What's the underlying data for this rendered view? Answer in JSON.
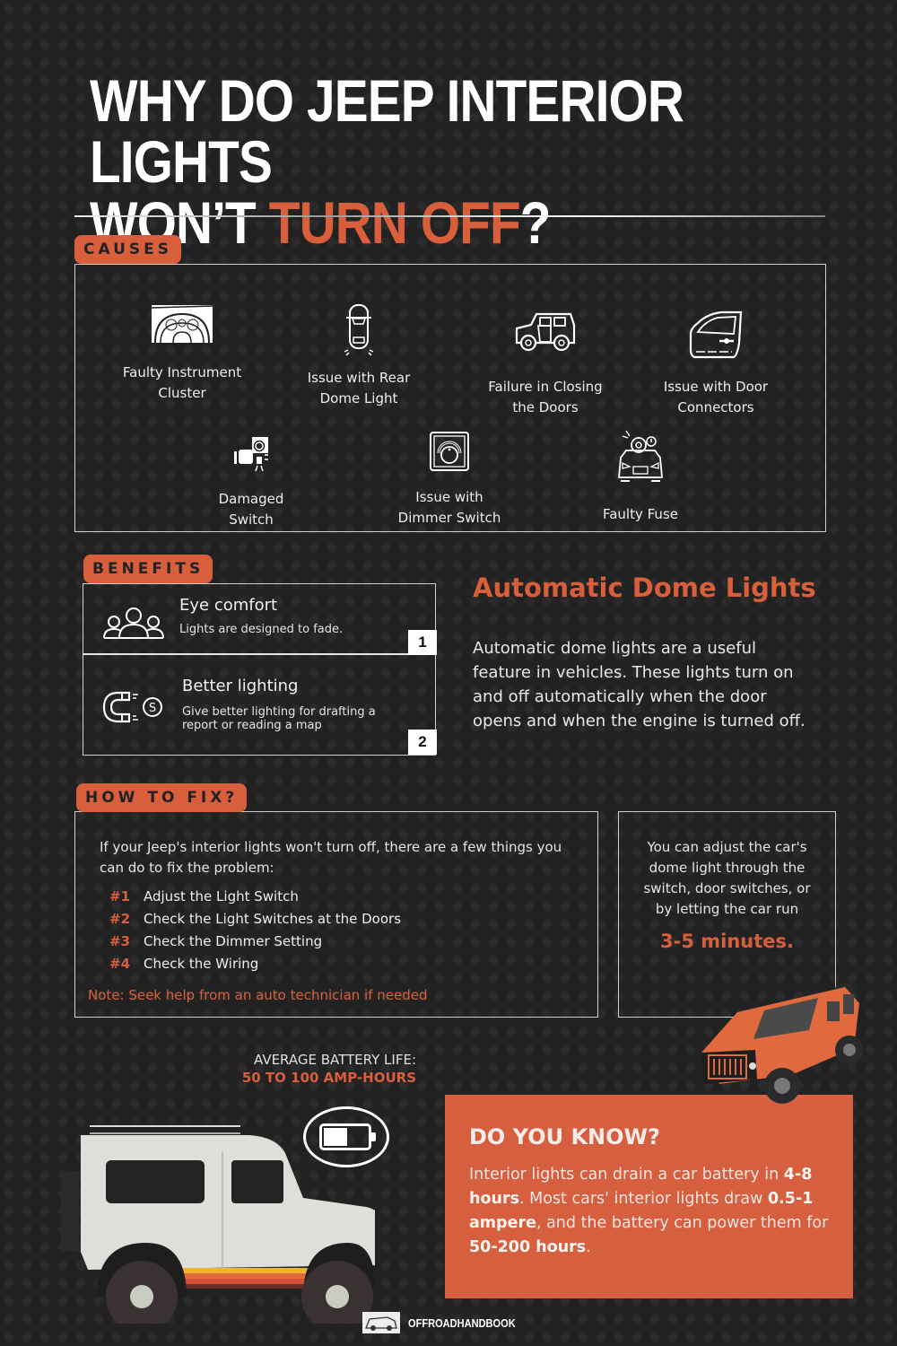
{
  "header": {
    "title_line1": "WHY DO JEEP INTERIOR LIGHTS",
    "title_line2_prefix": "WON’T ",
    "title_line2_accent": "TURN OFF",
    "title_line2_suffix": "?"
  },
  "colors": {
    "accent": "#d95f3c",
    "background": "#222222",
    "text": "#eeeeee"
  },
  "causes": {
    "label": "CAUSES",
    "items": [
      {
        "label_line1": "Faulty Instrument",
        "label_line2": "Cluster",
        "icon": "instrument-cluster-icon"
      },
      {
        "label_line1": "Issue with Rear",
        "label_line2": "Dome Light",
        "icon": "car-top-view-icon"
      },
      {
        "label_line1": "Failure in Closing",
        "label_line2": "the Doors",
        "icon": "jeep-door-open-icon"
      },
      {
        "label_line1": "Issue with Door",
        "label_line2": "Connectors",
        "icon": "car-door-icon"
      },
      {
        "label_line1": "Damaged",
        "label_line2": "Switch",
        "icon": "hand-switch-icon"
      },
      {
        "label_line1": "Issue with",
        "label_line2": "Dimmer Switch",
        "icon": "dimmer-knob-icon"
      },
      {
        "label_line1": "Faulty Fuse",
        "label_line2": "",
        "icon": "car-gear-warning-icon"
      }
    ]
  },
  "benefits": {
    "label": "BENEFITS",
    "items": [
      {
        "title": "Eye comfort",
        "desc": "Lights are designed to fade.",
        "number": "1",
        "icon": "people-group-icon"
      },
      {
        "title": "Better lighting",
        "desc_line1": "Give better lighting for drafting a",
        "desc_line2": "report or reading a map",
        "number": "2",
        "icon": "magnet-coin-icon"
      }
    ]
  },
  "automatic": {
    "heading": "Automatic Dome Lights",
    "body_lines": [
      "Automatic dome lights are a useful",
      "feature in vehicles. These lights turn on",
      "and off automatically when the door",
      "opens and when the engine is turned off."
    ]
  },
  "fix": {
    "label": "HOW TO FIX?",
    "intro_line1": "If your Jeep's interior lights won't turn off, there are a few things you",
    "intro_line2": "can do to fix the problem:",
    "steps": [
      {
        "num": "#1",
        "text": "Adjust the Light Switch"
      },
      {
        "num": "#2",
        "text": "Check the Light Switches at the Doors"
      },
      {
        "num": "#3",
        "text": "Check the Dimmer Setting"
      },
      {
        "num": "#4",
        "text": "Check the Wiring"
      }
    ],
    "note": "Note: Seek help from an auto technician if needed"
  },
  "side_tip": {
    "lines": [
      "You can adjust the car's",
      "dome light through the",
      "switch, door switches, or",
      "by letting the car run"
    ],
    "accent": "3-5 minutes."
  },
  "battery": {
    "label": "AVERAGE BATTERY LIFE:",
    "value": "50 TO 100 AMP-HOURS"
  },
  "do_you_know": {
    "title": "DO YOU KNOW?",
    "p1": "Interior lights can drain a car battery in ",
    "b1": "4-8 hours",
    "p2": ". Most cars' interior lights draw ",
    "b2": "0.5-1 ampere",
    "p3": ", and the battery can power them for ",
    "b3": "50-200 hours",
    "p4": "."
  },
  "footer": {
    "brand": "OFFROADHANDBOOK"
  }
}
